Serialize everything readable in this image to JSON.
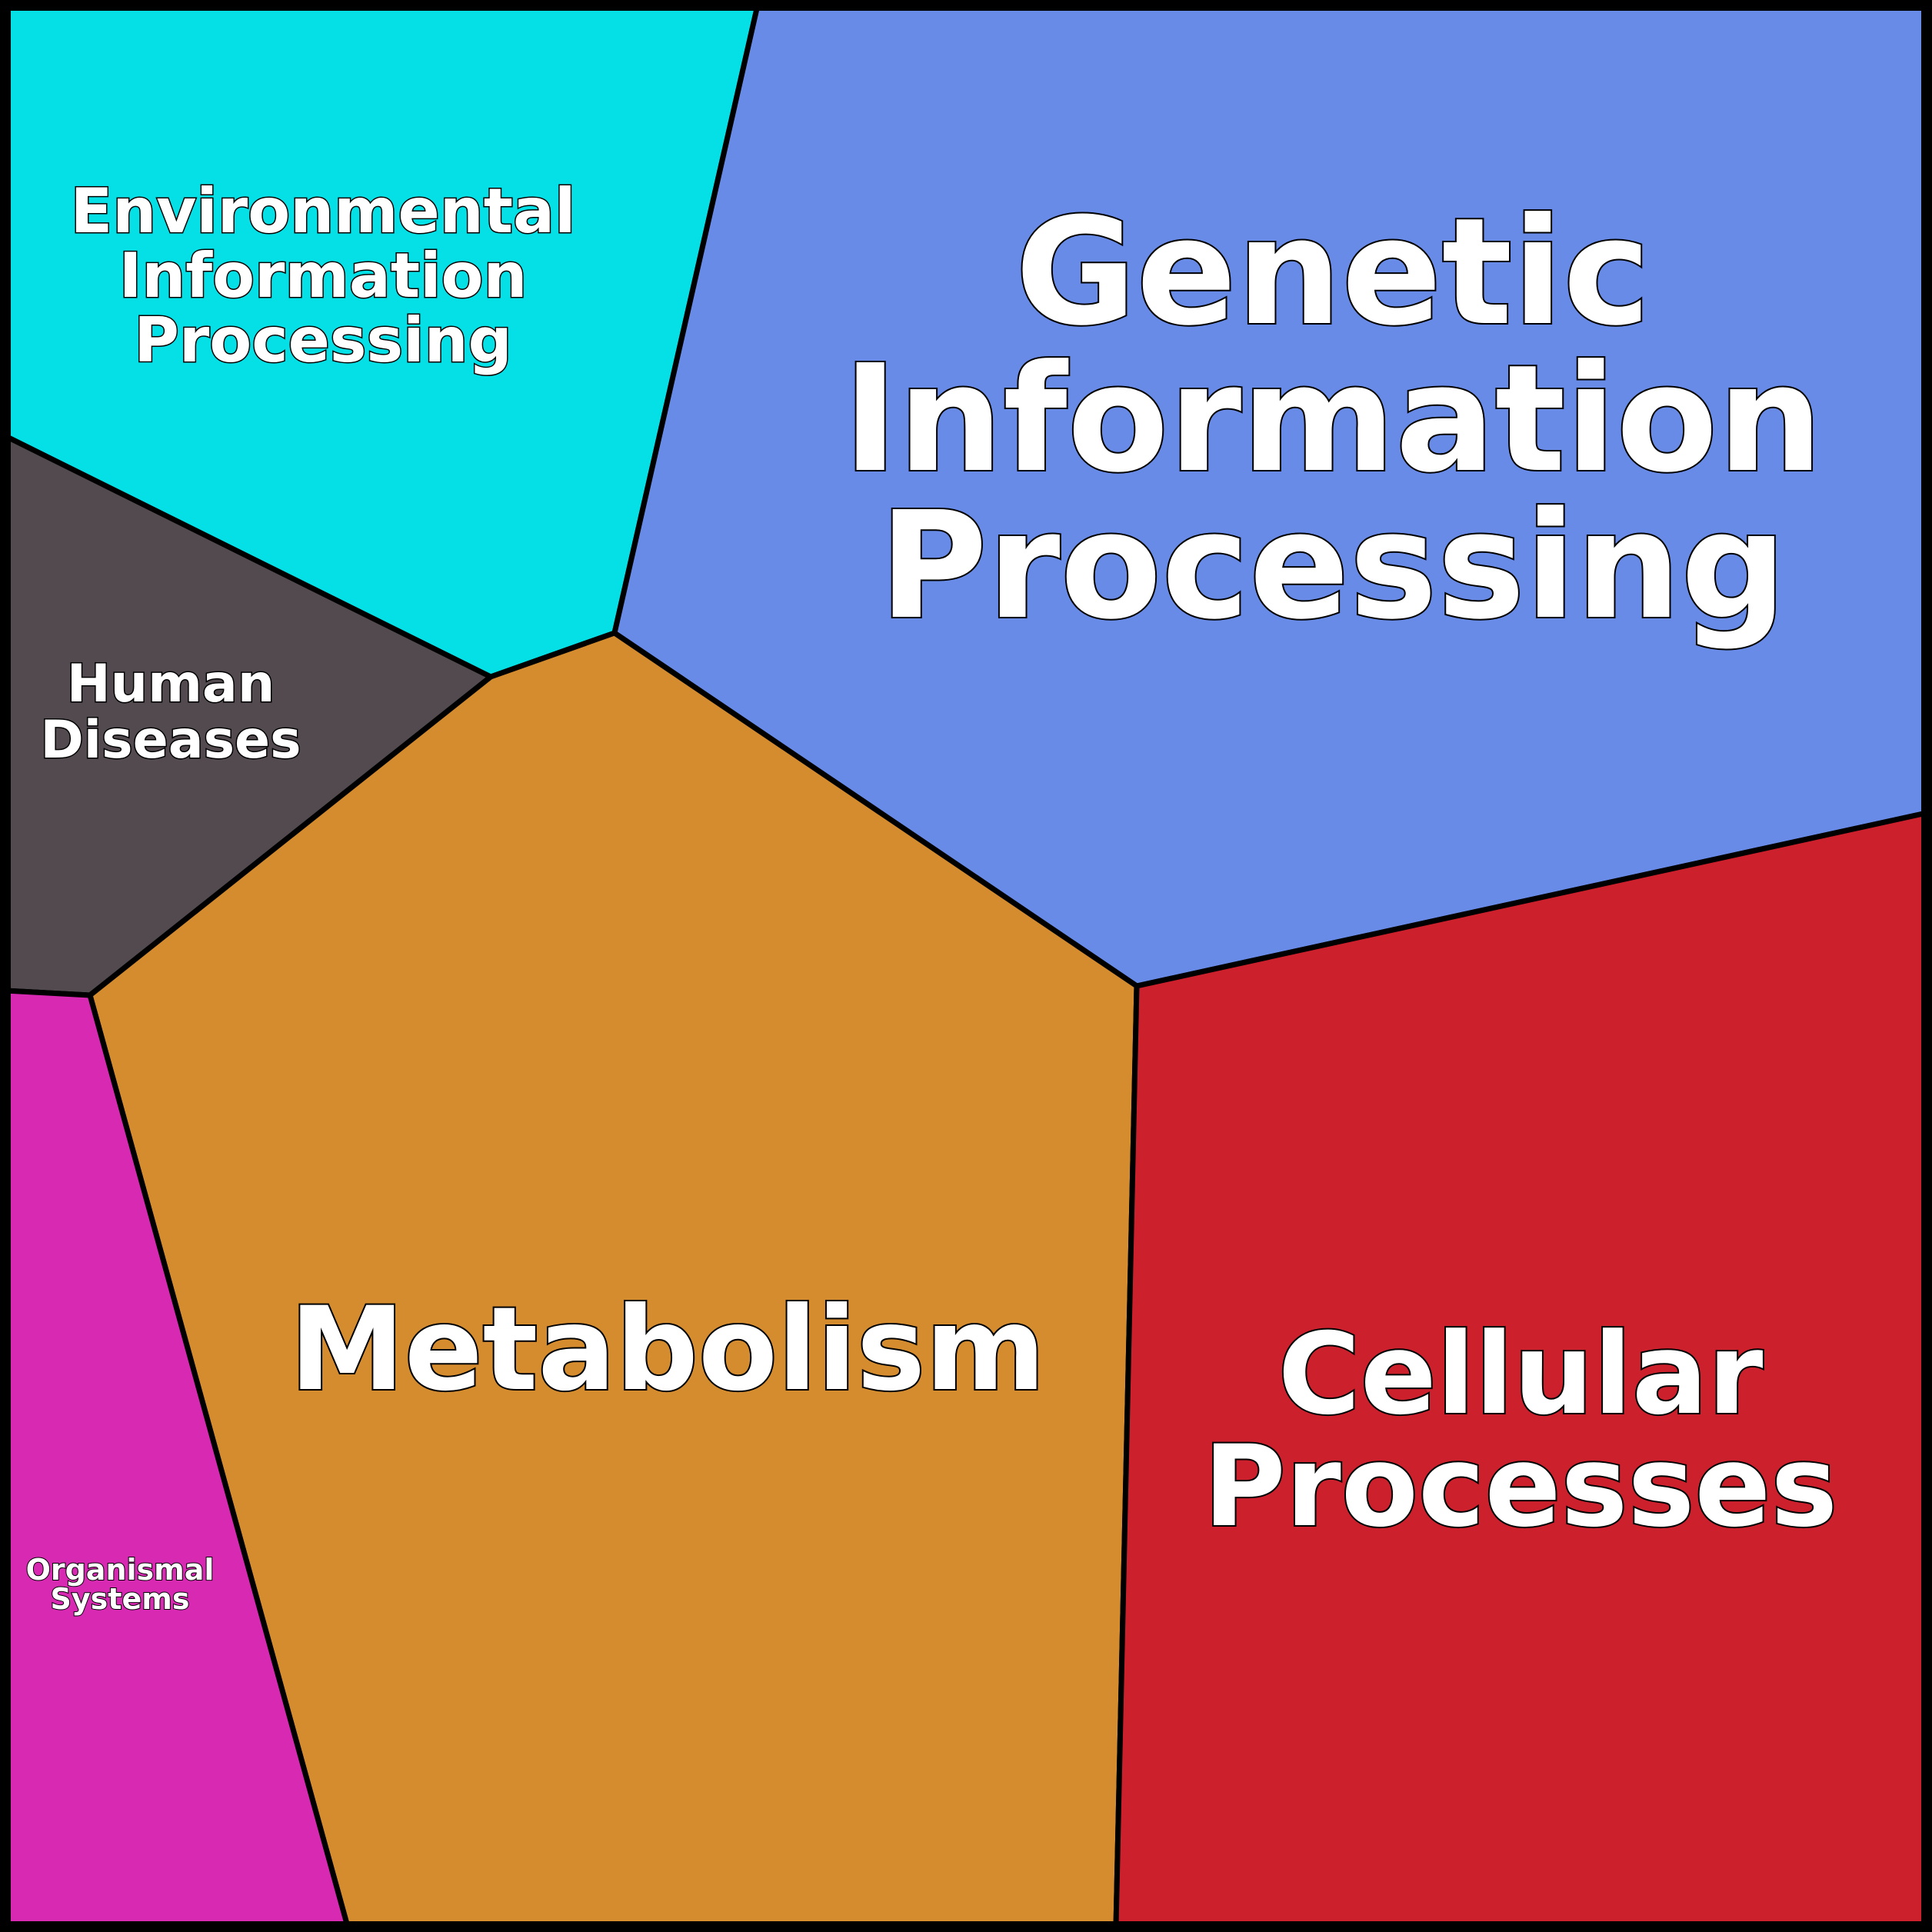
{
  "chart_data": {
    "type": "treemap",
    "cells": [
      {
        "id": "environmental",
        "lines": [
          "Environmental",
          "Information",
          "Processing"
        ],
        "color": "#05e0e6"
      },
      {
        "id": "genetic",
        "lines": [
          "Genetic",
          "Information",
          "Processing"
        ],
        "color": "#688be8"
      },
      {
        "id": "human-diseases",
        "lines": [
          "Human",
          "Diseases"
        ],
        "color": "#524a4f"
      },
      {
        "id": "metabolism",
        "lines": [
          "Metabolism"
        ],
        "color": "#d58c2f"
      },
      {
        "id": "cellular",
        "lines": [
          "Cellular",
          "Processes"
        ],
        "color": "#cd202d"
      },
      {
        "id": "organismal",
        "lines": [
          "Organismal",
          "Systems"
        ],
        "color": "#d829b3"
      }
    ]
  }
}
